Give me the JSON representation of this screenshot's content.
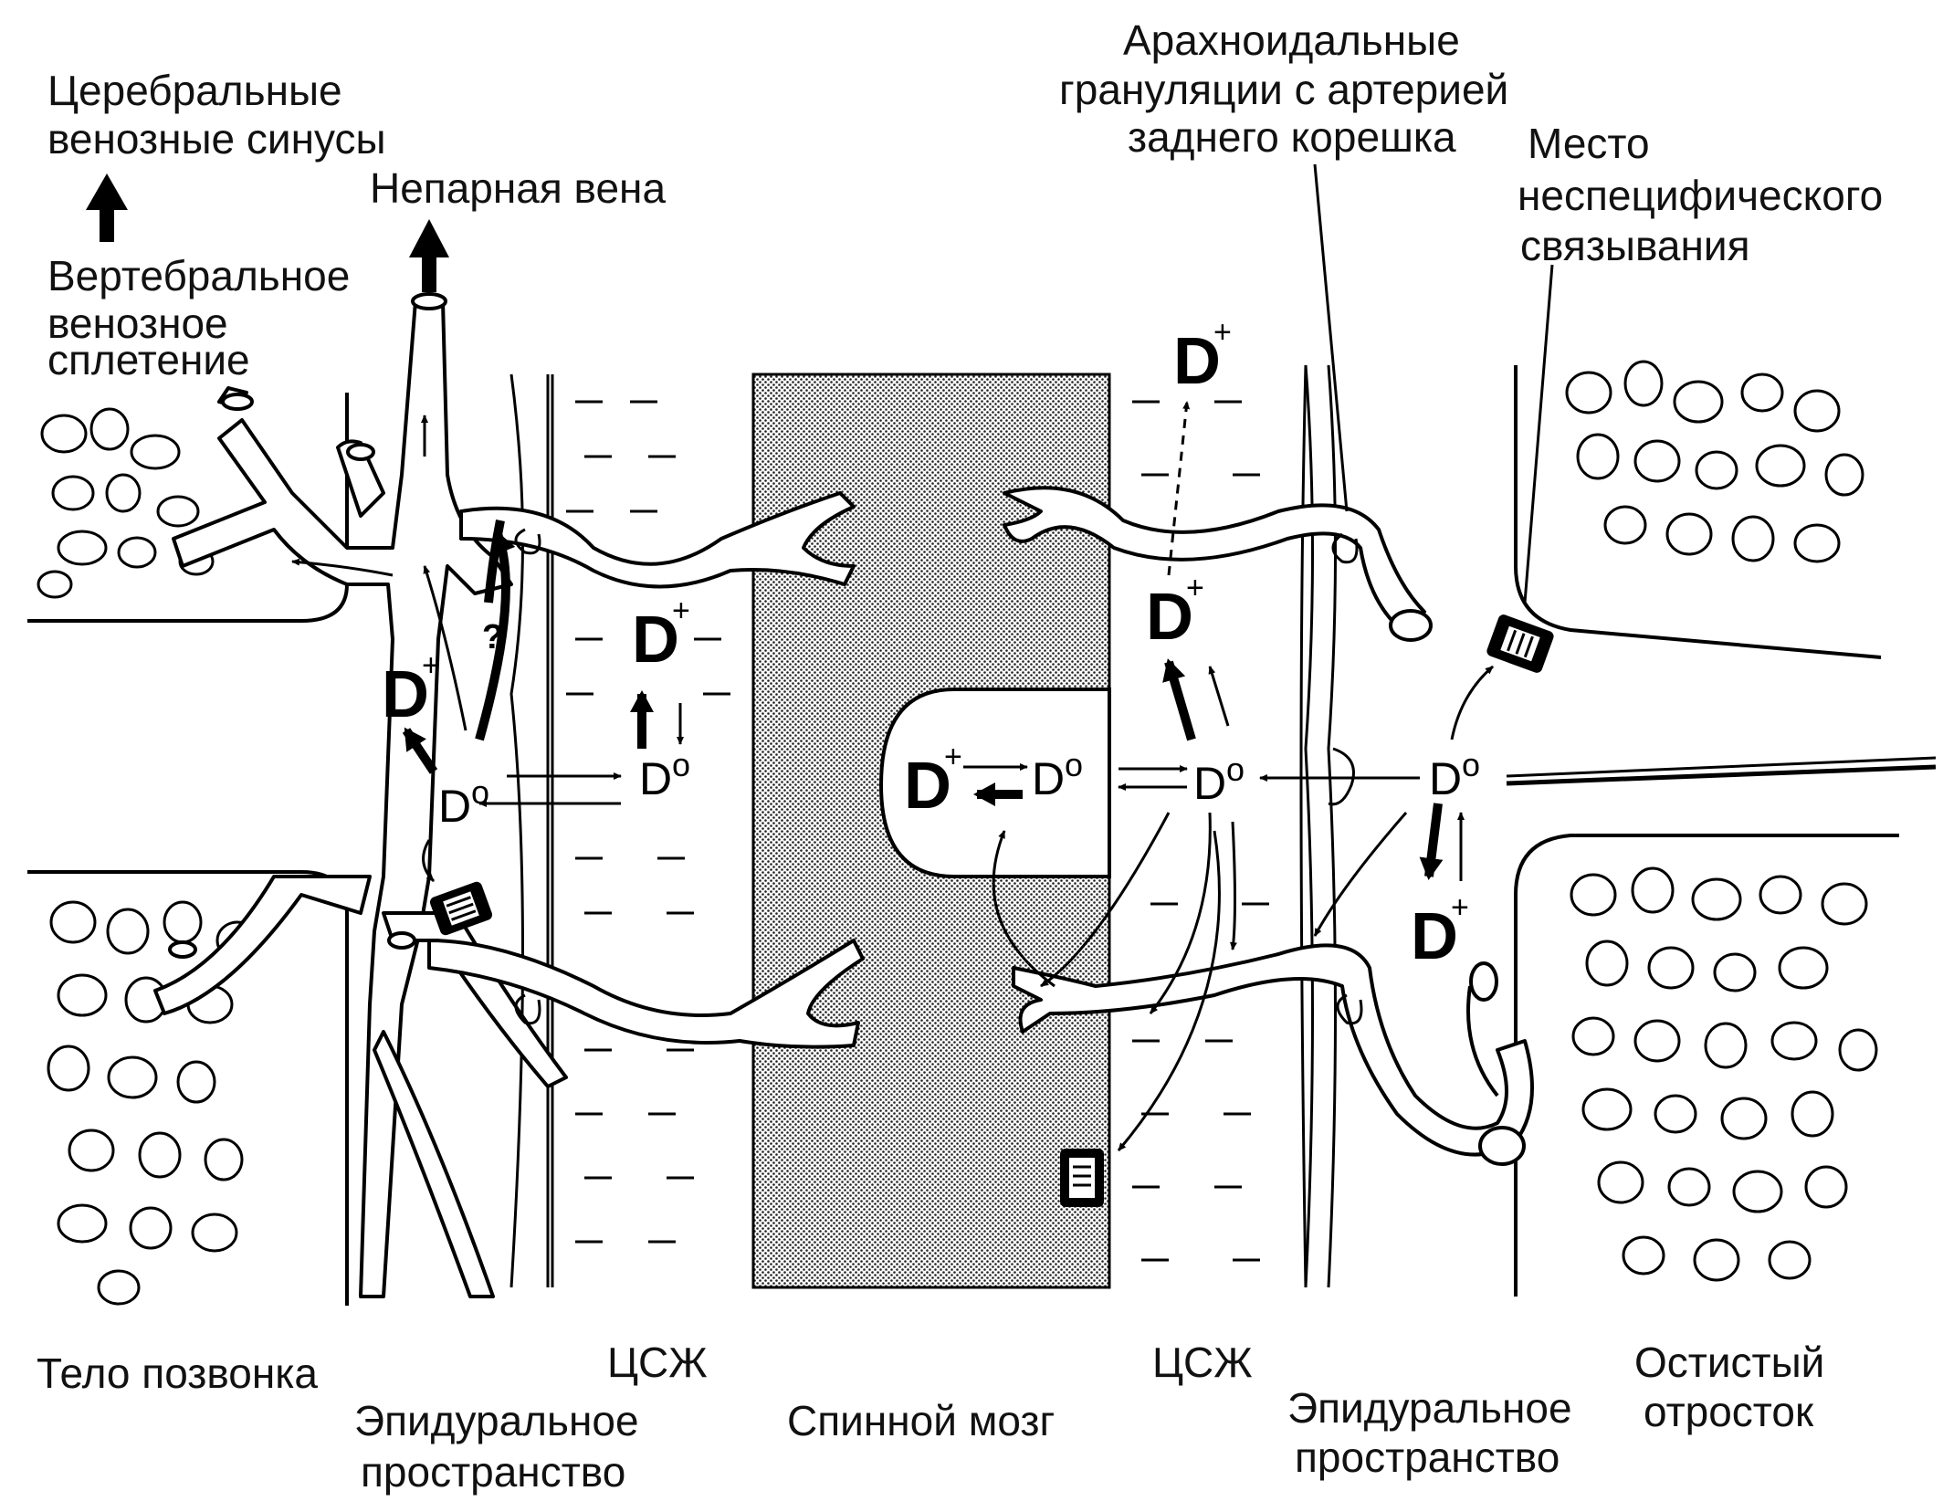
{
  "labels": {
    "cerebral_sinuses_1": "Церебральные",
    "cerebral_sinuses_2": "венозные синусы",
    "azygos_vein": "Непарная вена",
    "vertebral_plexus_1": "Вертебральное",
    "vertebral_plexus_2": "венозное",
    "vertebral_plexus_3": "сплетение",
    "arachnoid_1": "Арахноидальные",
    "arachnoid_2": "грануляции с артерией",
    "arachnoid_3": "заднего корешка",
    "nonspecific_1": "Место",
    "nonspecific_2": "неспецифического",
    "nonspecific_3": "связывания",
    "vertebral_body": "Тело позвонка",
    "csf_left": "ЦСЖ",
    "csf_right": "ЦСЖ",
    "epidural_left_1": "Эпидуральное",
    "epidural_left_2": "пространство",
    "spinal_cord": "Спинной мозг",
    "epidural_right_1": "Эпидуральное",
    "epidural_right_2": "пространство",
    "spinous_1": "Остистый",
    "spinous_2": "отросток"
  },
  "symbols": {
    "d": "D",
    "plus": "+",
    "zero": "o",
    "question": "?"
  }
}
